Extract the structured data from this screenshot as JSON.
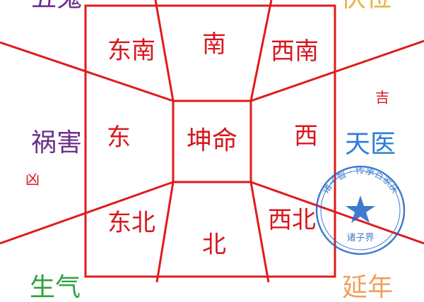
{
  "colors": {
    "grid": "#e01b1b",
    "cell_text": "#d8161d",
    "text_purple": "#6b2f8a",
    "text_blue": "#2f7fd4",
    "text_gold": "#e8b545",
    "text_green": "#2ea23b",
    "text_orange": "#f0a060",
    "text_red": "#d8161d",
    "stamp": "#1d64c8"
  },
  "center": {
    "label": "坤命"
  },
  "cells": {
    "nw": "东南",
    "n": "南",
    "ne": "西南",
    "w": "东",
    "e": "西",
    "sw": "东北",
    "s": "北",
    "se": "西北"
  },
  "side_labels": {
    "top_left": "五鬼",
    "top_right": "伏位",
    "left": "祸害",
    "left_note": "凶",
    "right": "天医",
    "right_note": "吉",
    "bottom_left": "生气",
    "bottom_right": "延年"
  },
  "stamp": {
    "arc_text": "诸子智 · 传承百家庆",
    "bottom_text": "诸子界",
    "icon": "star-icon"
  }
}
